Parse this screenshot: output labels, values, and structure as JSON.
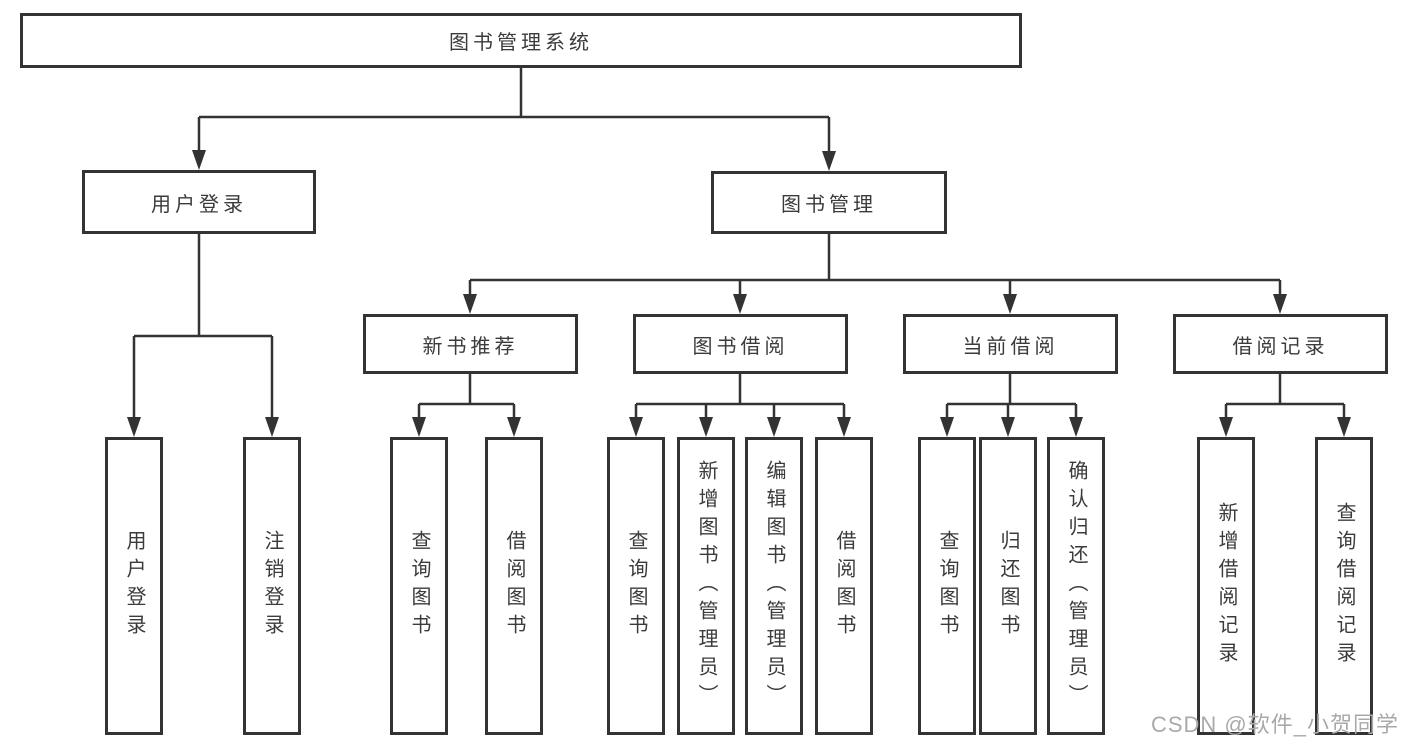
{
  "title": {
    "label": "图书管理系统"
  },
  "level2": {
    "user_login": {
      "label": "用户登录"
    },
    "book_management": {
      "label": "图书管理"
    }
  },
  "level3": {
    "new_book_recommend": {
      "label": "新书推荐"
    },
    "book_borrowing": {
      "label": "图书借阅"
    },
    "current_borrowing": {
      "label": "当前借阅"
    },
    "borrowing_records": {
      "label": "借阅记录"
    }
  },
  "leaves": {
    "user_login": [
      "用户登录",
      "注销登录"
    ],
    "new_book_recommend": [
      "查询图书",
      "借阅图书"
    ],
    "book_borrowing": [
      "查询图书",
      "新增图书（管理员）",
      "编辑图书（管理员）",
      "借阅图书"
    ],
    "current_borrowing": [
      "查询图书",
      "归还图书",
      "确认归还（管理员）"
    ],
    "borrowing_records": [
      "新增借阅记录",
      "查询借阅记录"
    ]
  },
  "watermark": "CSDN @软件_小贺同学",
  "colors": {
    "line": "#333333",
    "text": "#3b3b3b",
    "box_background": "#ffffff",
    "watermark": "#a9a9a9"
  }
}
